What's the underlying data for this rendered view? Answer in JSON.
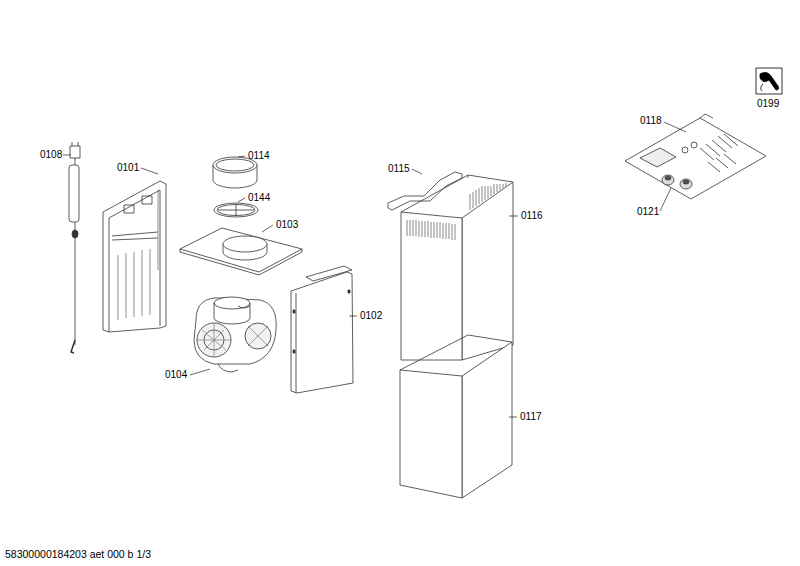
{
  "diagram": {
    "labels": [
      "0199",
      "0118",
      "0108",
      "0101",
      "0114",
      "0115",
      "0116",
      "0144",
      "0103",
      "0121",
      "0102",
      "0104",
      "0117",
      "58300000184203 aet 000 b 1/3"
    ]
  }
}
